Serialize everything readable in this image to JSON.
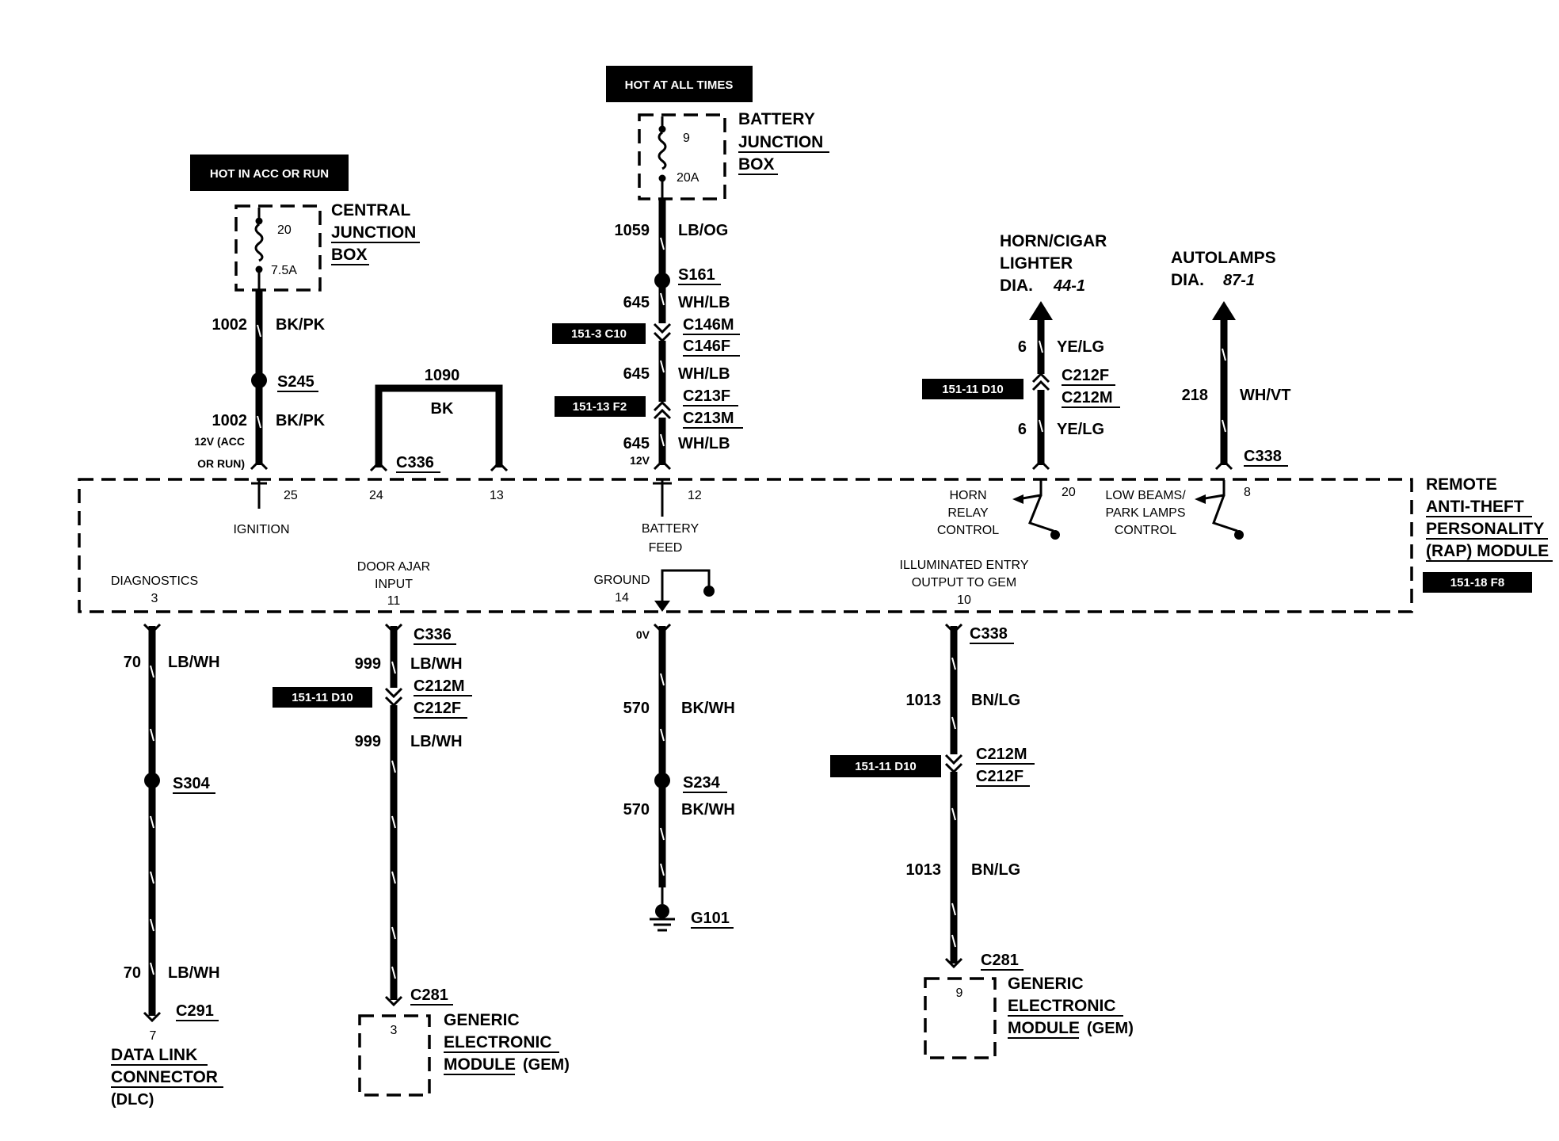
{
  "headers": {
    "hot_acc_run": "HOT IN ACC OR RUN",
    "hot_all_times": "HOT AT ALL TIMES"
  },
  "boxes": {
    "cjb": {
      "line1": "CENTRAL",
      "line2": "JUNCTION",
      "line3": "BOX",
      "fuse": "20",
      "rating": "7.5A"
    },
    "bjb": {
      "line1": "BATTERY",
      "line2": "JUNCTION",
      "line3": "BOX",
      "fuse": "9",
      "rating": "20A"
    }
  },
  "refs": {
    "horn": {
      "line1": "HORN/CIGAR",
      "line2": "LIGHTER",
      "dia": "DIA.",
      "num": "44-1"
    },
    "auto": {
      "line1": "AUTOLAMPS",
      "dia": "DIA.",
      "num": "87-1"
    }
  },
  "tags": {
    "t1": "151-3 C10",
    "t2": "151-13 F2",
    "t3": "151-11 D10",
    "t4": "151-18 F8",
    "t5": "151-11 D10",
    "t6": "151-11 D10"
  },
  "wires": {
    "w1002a": {
      "num": "1002",
      "color": "BK/PK"
    },
    "w1002b": {
      "num": "1002",
      "color": "BK/PK"
    },
    "w1090": {
      "num": "1090",
      "color": "BK"
    },
    "w1059": {
      "num": "1059",
      "color": "LB/OG"
    },
    "w645a": {
      "num": "645",
      "color": "WH/LB"
    },
    "w645b": {
      "num": "645",
      "color": "WH/LB"
    },
    "w645c": {
      "num": "645",
      "color": "WH/LB"
    },
    "w6a": {
      "num": "6",
      "color": "YE/LG"
    },
    "w6b": {
      "num": "6",
      "color": "YE/LG"
    },
    "w218": {
      "num": "218",
      "color": "WH/VT"
    },
    "w70a": {
      "num": "70",
      "color": "LB/WH"
    },
    "w70b": {
      "num": "70",
      "color": "LB/WH"
    },
    "w999a": {
      "num": "999",
      "color": "LB/WH"
    },
    "w999b": {
      "num": "999",
      "color": "LB/WH"
    },
    "w570a": {
      "num": "570",
      "color": "BK/WH"
    },
    "w570b": {
      "num": "570",
      "color": "BK/WH"
    },
    "w1013a": {
      "num": "1013",
      "color": "BN/LG"
    },
    "w1013b": {
      "num": "1013",
      "color": "BN/LG"
    }
  },
  "splices": {
    "s245": "S245",
    "s161": "S161",
    "s304": "S304",
    "s234": "S234"
  },
  "connectors": {
    "c146m": "C146M",
    "c146f": "C146F",
    "c213f": "C213F",
    "c213m": "C213M",
    "c212f_top": "C212F",
    "c212m_top": "C212M",
    "c336_top": "C336",
    "c338_top": "C338",
    "c336_bot": "C336",
    "c212m_l": "C212M",
    "c212f_l": "C212F",
    "c338_bot": "C338",
    "c212m_r": "C212M",
    "c212f_r": "C212F",
    "c291": "C291",
    "c281_l": "C281",
    "c281_r": "C281"
  },
  "voltages": {
    "v12_acc_1": "12V (ACC",
    "v12_acc_2": "OR RUN)",
    "v12": "12V",
    "v0": "0V"
  },
  "module": {
    "name1": "REMOTE",
    "name2": "ANTI-THEFT",
    "name3": "PERSONALITY",
    "name4": "(RAP) MODULE",
    "pins": {
      "p25": "25",
      "p24": "24",
      "p13": "13",
      "p12": "12",
      "p20": "20",
      "p8": "8",
      "p3": "3",
      "p11": "11",
      "p14": "14",
      "p10": "10"
    },
    "ignition": "IGNITION",
    "battery1": "BATTERY",
    "battery2": "FEED",
    "horn1": "HORN",
    "horn2": "RELAY",
    "horn3": "CONTROL",
    "lowbeam1": "LOW BEAMS/",
    "lowbeam2": "PARK LAMPS",
    "lowbeam3": "CONTROL",
    "diag": "DIAGNOSTICS",
    "door1": "DOOR AJAR",
    "door2": "INPUT",
    "ground": "GROUND",
    "illum1": "ILLUMINATED ENTRY",
    "illum2": "OUTPUT TO GEM"
  },
  "ground_pt": "G101",
  "dlc": {
    "pin": "7",
    "line1": "DATA LINK",
    "line2": "CONNECTOR",
    "line3": "(DLC)"
  },
  "gem_l": {
    "pin": "3",
    "line1": "GENERIC",
    "line2": "ELECTRONIC",
    "line3": "MODULE",
    "line3b": "(GEM)"
  },
  "gem_r": {
    "pin": "9",
    "line1": "GENERIC",
    "line2": "ELECTRONIC",
    "line3": "MODULE",
    "line3b": "(GEM)"
  }
}
